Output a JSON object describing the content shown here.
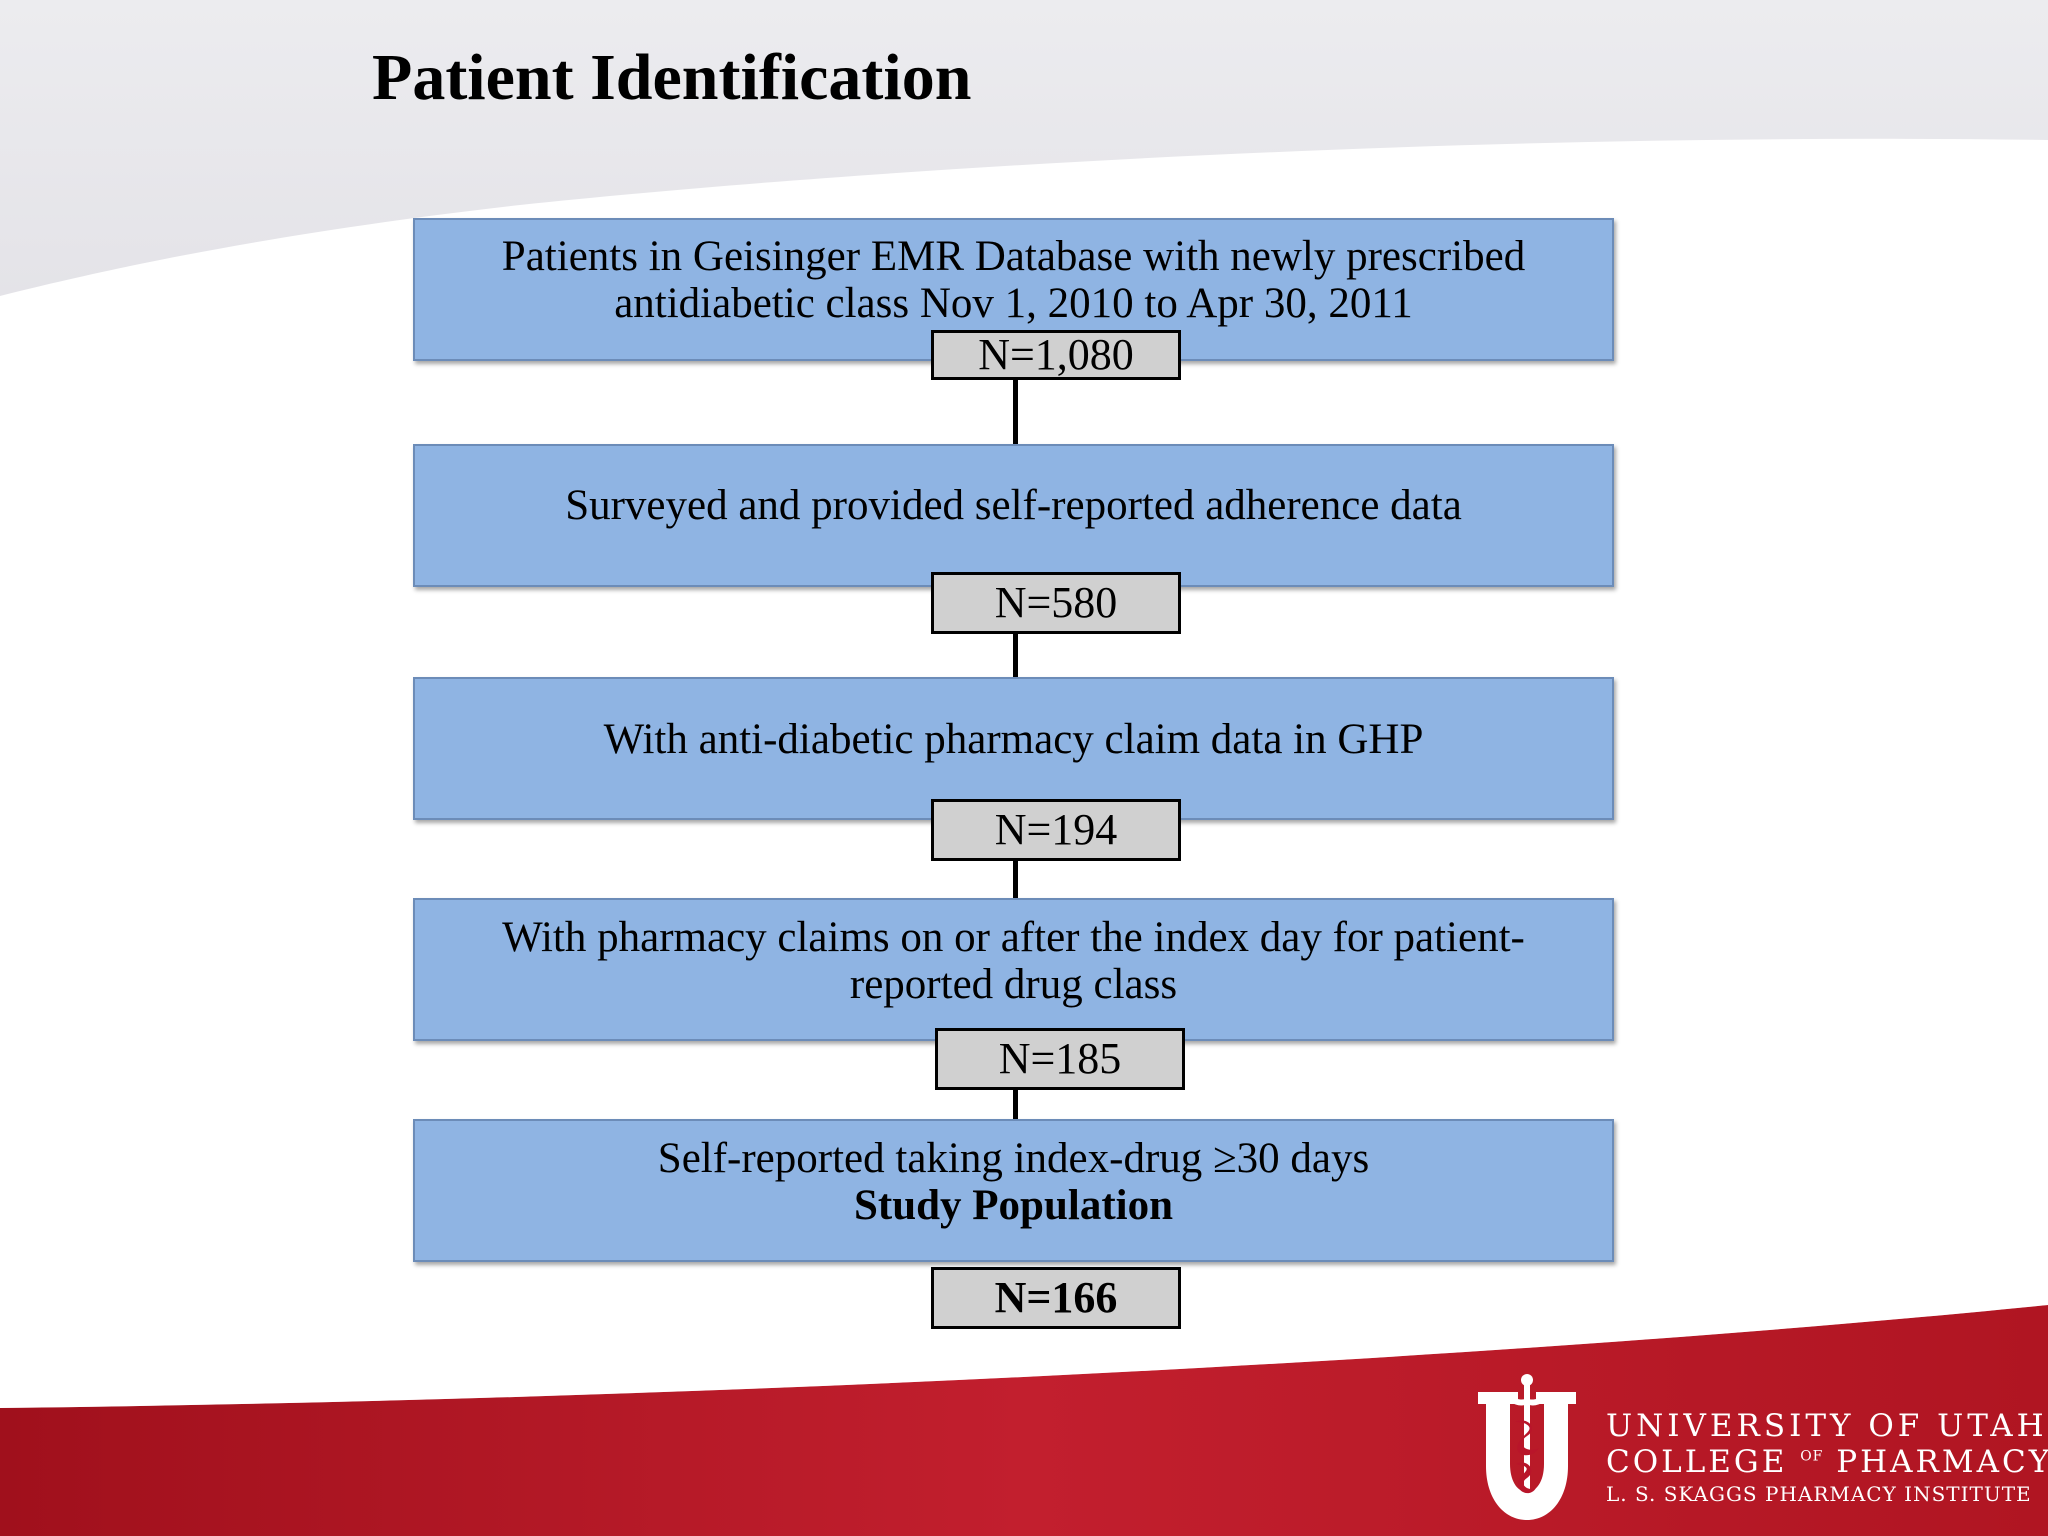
{
  "slide": {
    "title": "Patient Identification"
  },
  "flowchart": {
    "steps": [
      {
        "lines": [
          "Patients in Geisinger EMR Database with newly prescribed",
          "antidiabetic class Nov 1, 2010 to Apr 30, 2011"
        ],
        "count": "N=1,080"
      },
      {
        "lines": [
          "Surveyed and provided self-reported adherence data"
        ],
        "count": "N=580"
      },
      {
        "lines": [
          "With anti-diabetic pharmacy claim data in GHP"
        ],
        "count": "N=194"
      },
      {
        "lines": [
          "With pharmacy claims on or after the index day for patient-",
          "reported drug class"
        ],
        "count": "N=185"
      },
      {
        "lines": [
          "Self-reported taking index-drug ≥30 days"
        ],
        "bold_line": "Study Population",
        "count": "N=166"
      }
    ]
  },
  "footer": {
    "logo": {
      "line1": "UNIVERSITY OF UTAH",
      "line2_a": "COLLEGE",
      "line2_of": "OF",
      "line2_b": "PHARMACY",
      "line3": "L. S. SKAGGS PHARMACY INSTITUTE",
      "icon": "caduceus-u-icon"
    }
  },
  "colors": {
    "box_fill": "#8fb4e3",
    "count_fill": "#d0d0d0",
    "band_red": "#b5182a",
    "header_gray": "#e9e8ec"
  }
}
